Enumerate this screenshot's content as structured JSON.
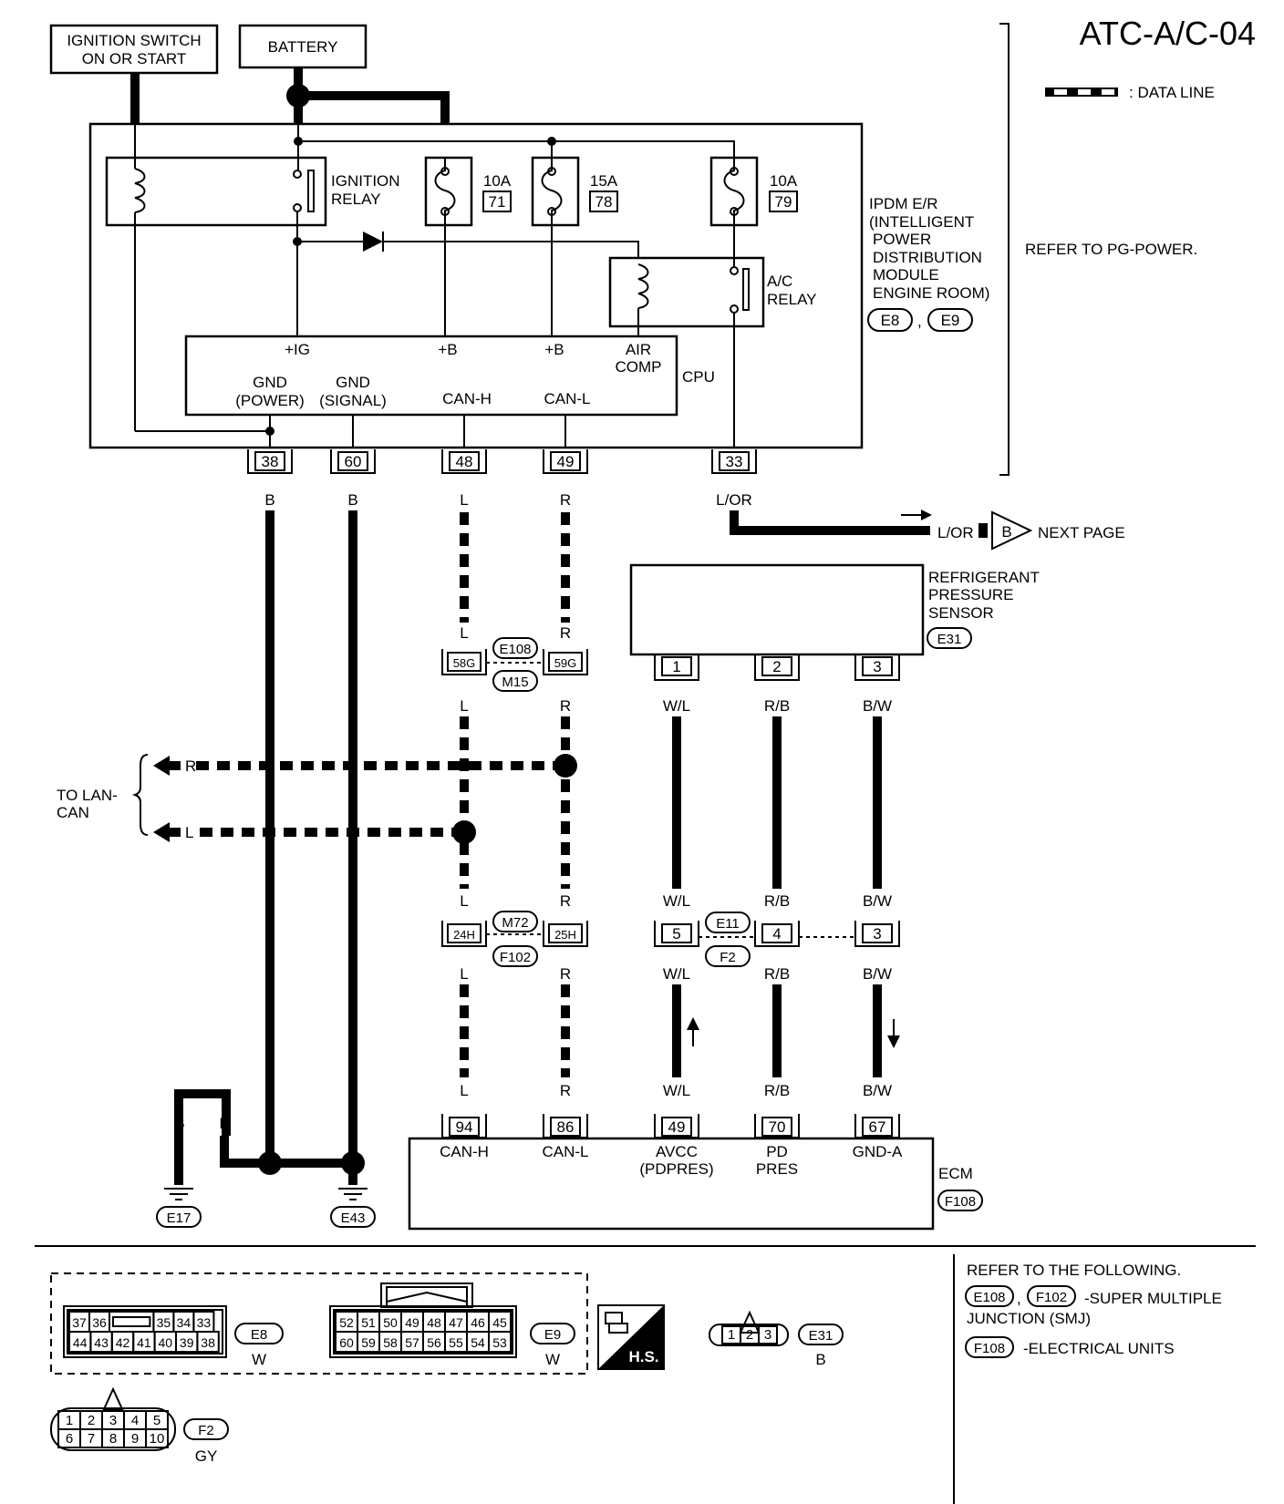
{
  "title": "ATC-A/C-04",
  "legend": {
    "data_line": ": DATA LINE"
  },
  "sources": {
    "ignition": "IGNITION SWITCH",
    "ignition2": "ON OR START",
    "battery": "BATTERY"
  },
  "ipdm": {
    "ignition_relay_1": "IGNITION",
    "ignition_relay_2": "RELAY",
    "fuses": [
      {
        "rating": "10A",
        "num": "71"
      },
      {
        "rating": "15A",
        "num": "78"
      },
      {
        "rating": "10A",
        "num": "79"
      }
    ],
    "ac_relay_1": "A/C",
    "ac_relay_2": "RELAY",
    "name_lines": [
      "IPDM E/R",
      "(INTELLIGENT",
      "POWER",
      "DISTRIBUTION",
      "MODULE",
      "ENGINE ROOM)"
    ],
    "connectors": [
      "E8",
      "E9"
    ],
    "refer": "REFER TO PG-POWER."
  },
  "cpu": {
    "label": "CPU",
    "ig": "+IG",
    "b1": "+B",
    "b2": "+B",
    "air1": "AIR",
    "air2": "COMP",
    "gnd_p1": "GND",
    "gnd_p2": "(POWER)",
    "gnd_s1": "GND",
    "gnd_s2": "(SIGNAL)",
    "canh": "CAN-H",
    "canl": "CAN-L"
  },
  "ipdm_pins": [
    "38",
    "60",
    "48",
    "49",
    "33"
  ],
  "wire_colors": {
    "b": "B",
    "l": "L",
    "r": "R",
    "lor": "L/OR",
    "wl": "W/L",
    "rb": "R/B",
    "bw": "B/W"
  },
  "next_page": {
    "letter": "B",
    "text": "NEXT PAGE"
  },
  "sensor": {
    "lines": [
      "REFRIGERANT",
      "PRESSURE",
      "SENSOR"
    ],
    "connector": "E31",
    "pins": [
      "1",
      "2",
      "3"
    ]
  },
  "joint1": {
    "pins": [
      "58G",
      "59G"
    ],
    "conns": [
      "E108",
      "M15"
    ]
  },
  "joint2": {
    "pins": [
      "24H",
      "25H"
    ],
    "conns": [
      "M72",
      "F102"
    ]
  },
  "joint3": {
    "pins": [
      "5",
      "4",
      "3"
    ],
    "conns": [
      "E11",
      "F2"
    ]
  },
  "lan": {
    "line1": "TO LAN-",
    "line2": "CAN"
  },
  "grounds": [
    "E17",
    "E43"
  ],
  "ecm": {
    "label": "ECM",
    "connector": "F108",
    "pins": [
      "94",
      "86",
      "49",
      "70",
      "67"
    ],
    "canh": "CAN-H",
    "canl": "CAN-L",
    "avcc1": "AVCC",
    "avcc2": "(PDPRES)",
    "pd1": "PD",
    "pd2": "PRES",
    "gnda": "GND-A"
  },
  "connector_views": {
    "e8_top": [
      "37",
      "36",
      "",
      "35",
      "34",
      "33"
    ],
    "e8_bot": [
      "44",
      "43",
      "42",
      "41",
      "40",
      "39",
      "38"
    ],
    "e8_id": "E8",
    "e8_color": "W",
    "e9_top": [
      "52",
      "51",
      "50",
      "49",
      "48",
      "47",
      "46",
      "45"
    ],
    "e9_bot": [
      "60",
      "59",
      "58",
      "57",
      "56",
      "55",
      "54",
      "53"
    ],
    "e9_id": "E9",
    "e9_color": "W",
    "hs": "H.S.",
    "e31_pins": [
      "1",
      "2",
      "3"
    ],
    "e31_id": "E31",
    "e31_color": "B",
    "f2_top": [
      "1",
      "2",
      "3",
      "4",
      "5"
    ],
    "f2_bot": [
      "6",
      "7",
      "8",
      "9",
      "10"
    ],
    "f2_id": "F2",
    "f2_color": "GY"
  },
  "refer": {
    "heading": "REFER TO THE FOLLOWING.",
    "item1_conns": [
      "E108",
      "F102"
    ],
    "item1_text": "-SUPER MULTIPLE",
    "item1_text2": "JUNCTION (SMJ)",
    "item2_conn": "F108",
    "item2_text": "-ELECTRICAL UNITS"
  }
}
